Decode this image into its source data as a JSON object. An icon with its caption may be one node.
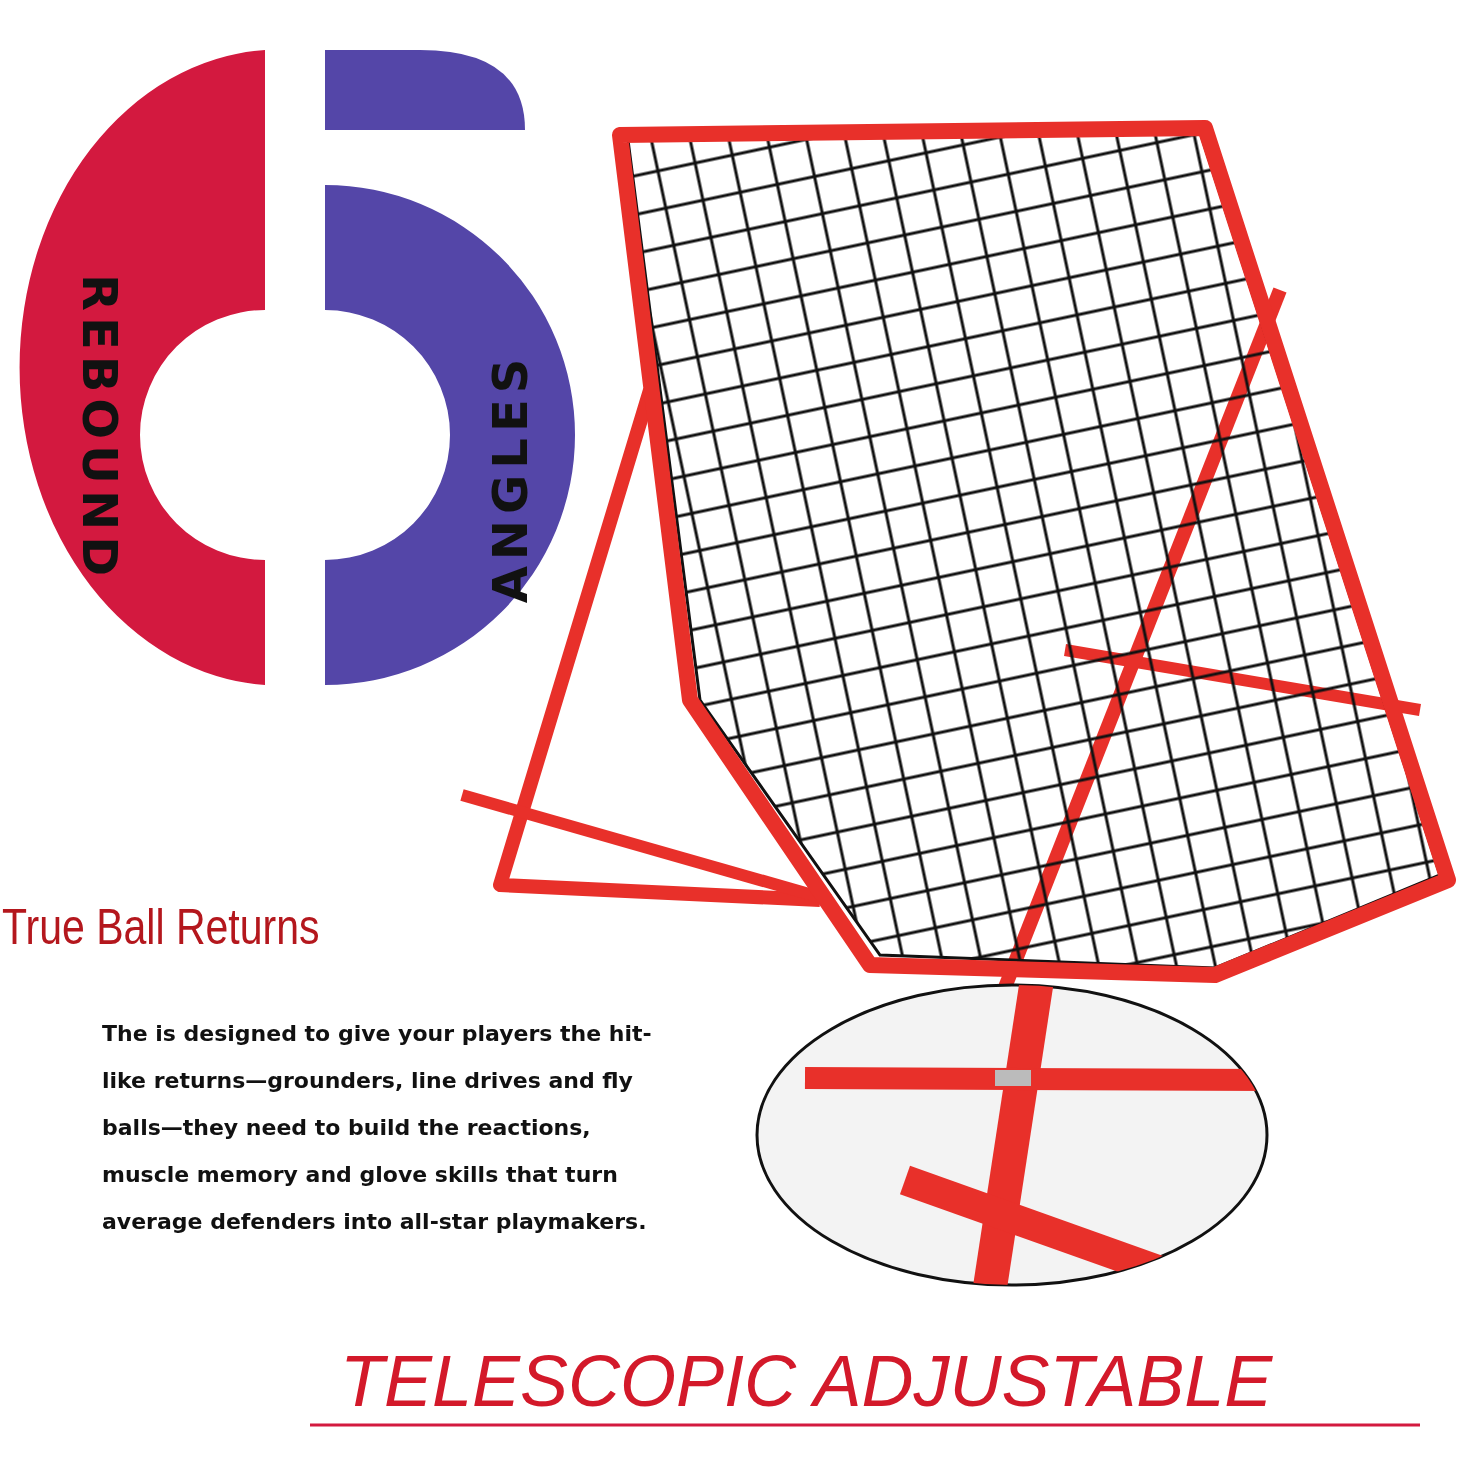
{
  "diagram": {
    "labels": [
      "REBOUND",
      "ANGLES",
      "True Ball Returns",
      "The is designed to give your players the hit-like returns—grounders, line drives and fly balls—they need to build the reactions, muscle memory and glove skills that turn average defenders into all-star playmakers.",
      "TELESCOPIC ADJUSTABLE"
    ]
  }
}
